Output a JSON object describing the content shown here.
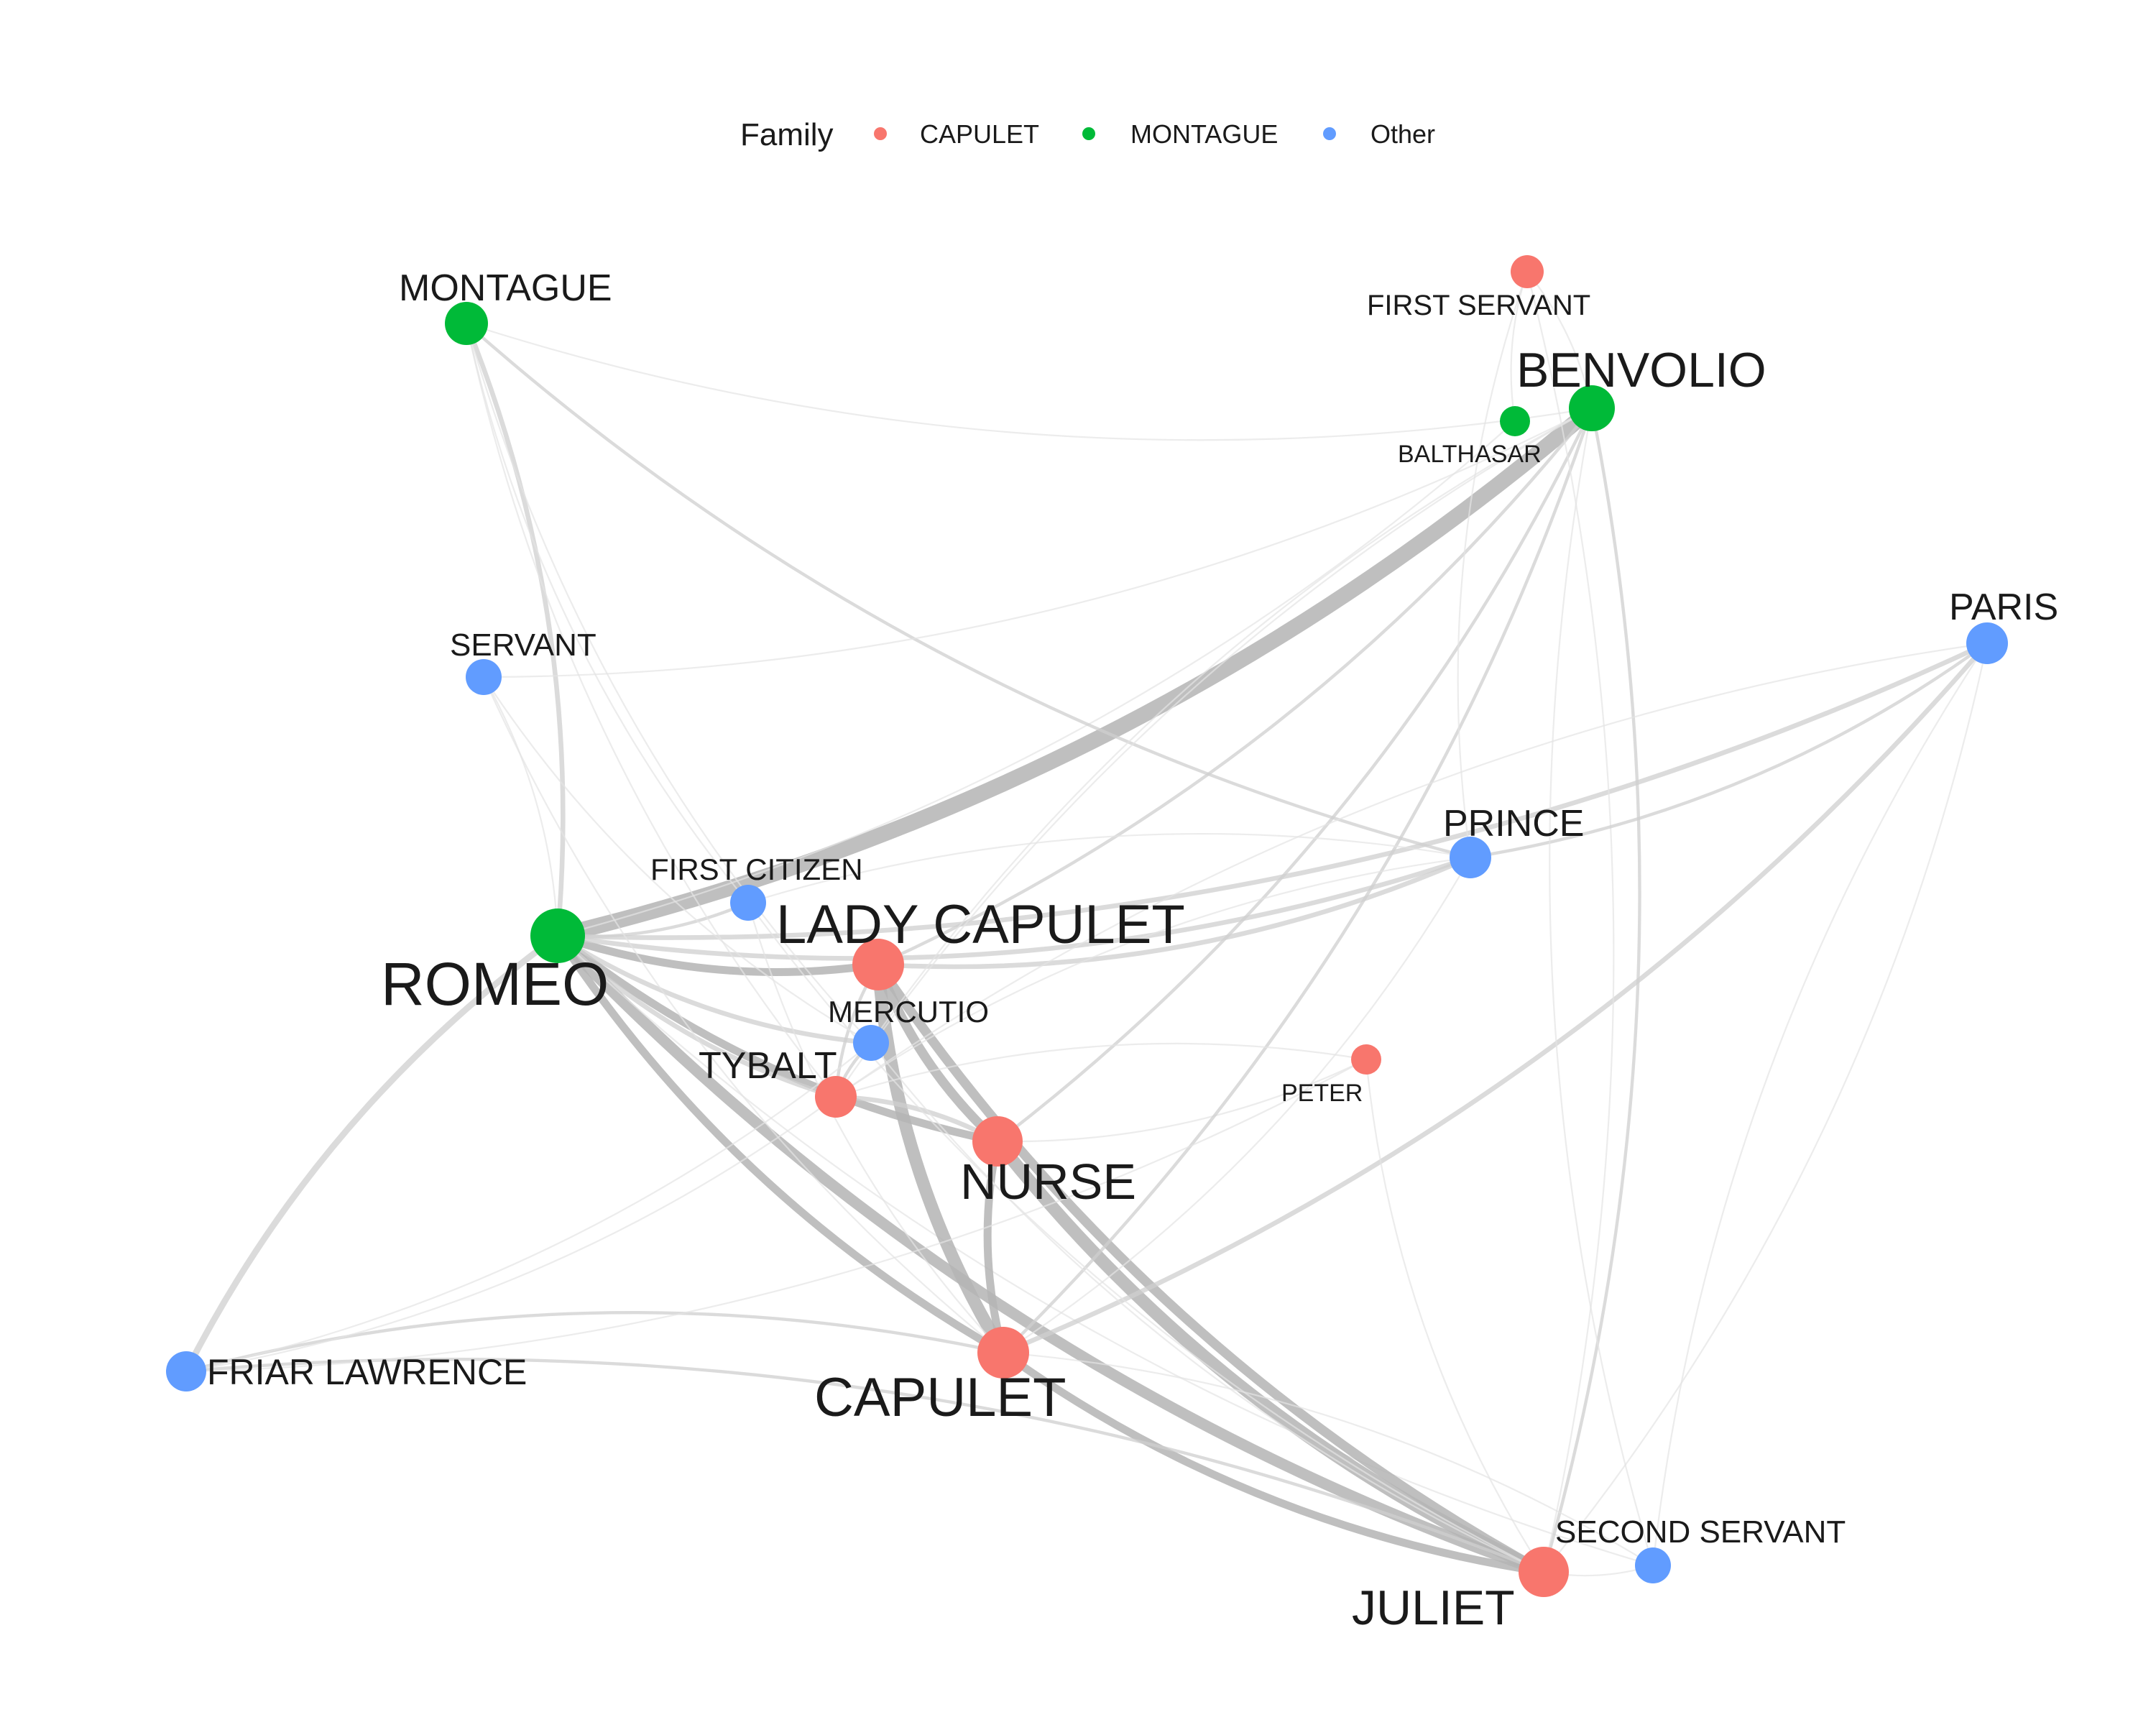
{
  "legend": {
    "title": "Family",
    "entries": [
      {
        "label": "CAPULET",
        "color": "#F8766D"
      },
      {
        "label": "MONTAGUE",
        "color": "#00BA38"
      },
      {
        "label": "Other",
        "color": "#619CFF"
      }
    ]
  },
  "families": {
    "CAPULET": "#F8766D",
    "MONTAGUE": "#00BA38",
    "Other": "#619CFF"
  },
  "nodes": [
    {
      "id": "ROMEO",
      "family": "MONTAGUE",
      "importance": 1.0
    },
    {
      "id": "BENVOLIO",
      "family": "MONTAGUE",
      "importance": 0.8
    },
    {
      "id": "MONTAGUE",
      "family": "MONTAGUE",
      "importance": 0.55
    },
    {
      "id": "BALTHASAR",
      "family": "MONTAGUE",
      "importance": 0.3
    },
    {
      "id": "LADY CAPULET",
      "family": "CAPULET",
      "importance": 0.9
    },
    {
      "id": "NURSE",
      "family": "CAPULET",
      "importance": 0.8
    },
    {
      "id": "CAPULET",
      "family": "CAPULET",
      "importance": 0.85
    },
    {
      "id": "JULIET",
      "family": "CAPULET",
      "importance": 0.8
    },
    {
      "id": "TYBALT",
      "family": "CAPULET",
      "importance": 0.55
    },
    {
      "id": "FIRST SERVANT",
      "family": "CAPULET",
      "importance": 0.3
    },
    {
      "id": "PETER",
      "family": "CAPULET",
      "importance": 0.25
    },
    {
      "id": "PARIS",
      "family": "Other",
      "importance": 0.55
    },
    {
      "id": "PRINCE",
      "family": "Other",
      "importance": 0.55
    },
    {
      "id": "SERVANT",
      "family": "Other",
      "importance": 0.45
    },
    {
      "id": "FIRST CITIZEN",
      "family": "Other",
      "importance": 0.35
    },
    {
      "id": "MERCUTIO",
      "family": "Other",
      "importance": 0.4
    },
    {
      "id": "FRIAR LAWRENCE",
      "family": "Other",
      "importance": 0.55
    },
    {
      "id": "SECOND SERVANT",
      "family": "Other",
      "importance": 0.4
    }
  ],
  "edges": [
    {
      "source": "ROMEO",
      "target": "BENVOLIO",
      "weight": 10
    },
    {
      "source": "ROMEO",
      "target": "LADY CAPULET",
      "weight": 5
    },
    {
      "source": "ROMEO",
      "target": "NURSE",
      "weight": 5
    },
    {
      "source": "ROMEO",
      "target": "CAPULET",
      "weight": 5
    },
    {
      "source": "ROMEO",
      "target": "JULIET",
      "weight": 7
    },
    {
      "source": "ROMEO",
      "target": "MERCUTIO",
      "weight": 3
    },
    {
      "source": "ROMEO",
      "target": "TYBALT",
      "weight": 3
    },
    {
      "source": "ROMEO",
      "target": "PRINCE",
      "weight": 3
    },
    {
      "source": "ROMEO",
      "target": "FRIAR LAWRENCE",
      "weight": 4
    },
    {
      "source": "ROMEO",
      "target": "MONTAGUE",
      "weight": 3
    },
    {
      "source": "ROMEO",
      "target": "PARIS",
      "weight": 3
    },
    {
      "source": "ROMEO",
      "target": "SERVANT",
      "weight": 1
    },
    {
      "source": "ROMEO",
      "target": "FIRST CITIZEN",
      "weight": 2
    },
    {
      "source": "ROMEO",
      "target": "BALTHASAR",
      "weight": 1
    },
    {
      "source": "ROMEO",
      "target": "SECOND SERVANT",
      "weight": 1
    },
    {
      "source": "LADY CAPULET",
      "target": "CAPULET",
      "weight": 8
    },
    {
      "source": "LADY CAPULET",
      "target": "NURSE",
      "weight": 6
    },
    {
      "source": "LADY CAPULET",
      "target": "JULIET",
      "weight": 6
    },
    {
      "source": "LADY CAPULET",
      "target": "TYBALT",
      "weight": 2
    },
    {
      "source": "LADY CAPULET",
      "target": "BENVOLIO",
      "weight": 2
    },
    {
      "source": "LADY CAPULET",
      "target": "PRINCE",
      "weight": 3
    },
    {
      "source": "NURSE",
      "target": "JULIET",
      "weight": 8
    },
    {
      "source": "NURSE",
      "target": "CAPULET",
      "weight": 5
    },
    {
      "source": "NURSE",
      "target": "TYBALT",
      "weight": 3
    },
    {
      "source": "NURSE",
      "target": "PETER",
      "weight": 1
    },
    {
      "source": "NURSE",
      "target": "BENVOLIO",
      "weight": 2
    },
    {
      "source": "CAPULET",
      "target": "JULIET",
      "weight": 5
    },
    {
      "source": "CAPULET",
      "target": "PARIS",
      "weight": 3
    },
    {
      "source": "CAPULET",
      "target": "BENVOLIO",
      "weight": 2
    },
    {
      "source": "CAPULET",
      "target": "FRIAR LAWRENCE",
      "weight": 2
    },
    {
      "source": "CAPULET",
      "target": "PRINCE",
      "weight": 1
    },
    {
      "source": "JULIET",
      "target": "FRIAR LAWRENCE",
      "weight": 2
    },
    {
      "source": "JULIET",
      "target": "PARIS",
      "weight": 1
    },
    {
      "source": "JULIET",
      "target": "BENVOLIO",
      "weight": 2
    },
    {
      "source": "JULIET",
      "target": "SECOND SERVANT",
      "weight": 1
    },
    {
      "source": "JULIET",
      "target": "FIRST SERVANT",
      "weight": 1
    },
    {
      "source": "MONTAGUE",
      "target": "BENVOLIO",
      "weight": 1
    },
    {
      "source": "MONTAGUE",
      "target": "PRINCE",
      "weight": 2
    },
    {
      "source": "MONTAGUE",
      "target": "FIRST CITIZEN",
      "weight": 1
    },
    {
      "source": "MONTAGUE",
      "target": "TYBALT",
      "weight": 1
    },
    {
      "source": "MONTAGUE",
      "target": "MERCUTIO",
      "weight": 1
    },
    {
      "source": "SERVANT",
      "target": "BENVOLIO",
      "weight": 1
    },
    {
      "source": "SERVANT",
      "target": "CAPULET",
      "weight": 1
    },
    {
      "source": "SERVANT",
      "target": "MERCUTIO",
      "weight": 1
    },
    {
      "source": "PRINCE",
      "target": "PARIS",
      "weight": 2
    },
    {
      "source": "PRINCE",
      "target": "FIRST CITIZEN",
      "weight": 1
    },
    {
      "source": "PRINCE",
      "target": "TYBALT",
      "weight": 1
    },
    {
      "source": "PARIS",
      "target": "TYBALT",
      "weight": 1
    },
    {
      "source": "PARIS",
      "target": "SECOND SERVANT",
      "weight": 1
    },
    {
      "source": "BENVOLIO",
      "target": "MERCUTIO",
      "weight": 1
    },
    {
      "source": "BENVOLIO",
      "target": "SECOND SERVANT",
      "weight": 1
    },
    {
      "source": "BENVOLIO",
      "target": "FIRST SERVANT",
      "weight": 1
    },
    {
      "source": "BENVOLIO",
      "target": "TYBALT",
      "weight": 1
    },
    {
      "source": "FIRST SERVANT",
      "target": "BALTHASAR",
      "weight": 1
    },
    {
      "source": "FIRST SERVANT",
      "target": "PRINCE",
      "weight": 1
    },
    {
      "source": "FRIAR LAWRENCE",
      "target": "TYBALT",
      "weight": 1
    },
    {
      "source": "FRIAR LAWRENCE",
      "target": "PETER",
      "weight": 1
    },
    {
      "source": "FRIAR LAWRENCE",
      "target": "MERCUTIO",
      "weight": 1
    },
    {
      "source": "MERCUTIO",
      "target": "TYBALT",
      "weight": 2
    },
    {
      "source": "MERCUTIO",
      "target": "JULIET",
      "weight": 1
    },
    {
      "source": "PETER",
      "target": "TYBALT",
      "weight": 1
    },
    {
      "source": "PETER",
      "target": "JULIET",
      "weight": 1
    },
    {
      "source": "FIRST CITIZEN",
      "target": "CAPULET",
      "weight": 1
    },
    {
      "source": "FIRST CITIZEN",
      "target": "JULIET",
      "weight": 1
    },
    {
      "source": "SECOND SERVANT",
      "target": "CAPULET",
      "weight": 1
    }
  ]
}
